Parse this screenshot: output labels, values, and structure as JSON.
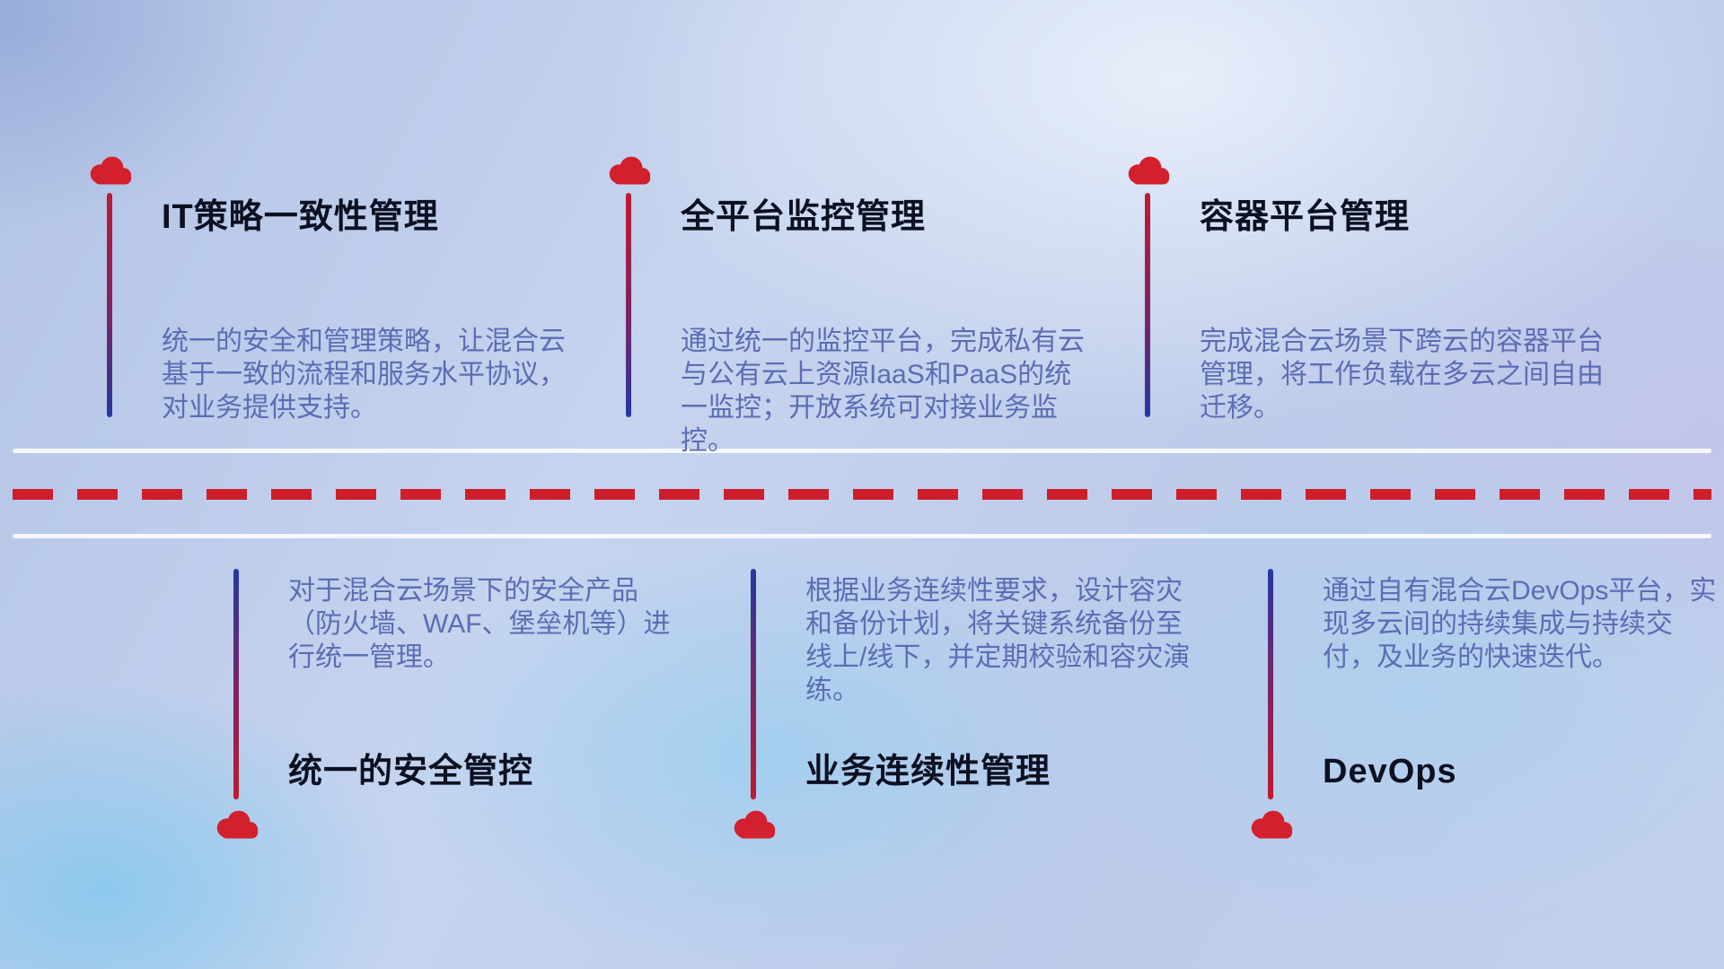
{
  "features_top": [
    {
      "title": "IT策略一致性管理",
      "desc": "统一的安全和管理策略，让混合云基于一致的流程和服务水平协议，对业务提供支持。"
    },
    {
      "title": "全平台监控管理",
      "desc": "通过统一的监控平台，完成私有云与公有云上资源IaaS和PaaS的统一监控；开放系统可对接业务监控。"
    },
    {
      "title": "容器平台管理",
      "desc": "完成混合云场景下跨云的容器平台管理，将工作负载在多云之间自由迁移。"
    }
  ],
  "features_bottom": [
    {
      "title": "统一的安全管控",
      "desc": "对于混合云场景下的安全产品（防火墙、WAF、堡垒机等）进行统一管理。"
    },
    {
      "title": "业务连续性管理",
      "desc": "根据业务连续性要求，设计容灾和备份计划，将关键系统备份至线上/线下，并定期校验和容灾演练。"
    },
    {
      "title": "DevOps",
      "desc": "通过自有混合云DevOps平台，实现多云间的持续集成与持续交付，及业务的快速迭代。"
    }
  ],
  "colors": {
    "cloud_red": "#d2202e",
    "dash_red": "#ce1e2c",
    "stem_blue": "#2438a0",
    "title_text": "#0c1021",
    "description_text": "#5c6db4",
    "divider_white": "#f9fbff"
  },
  "icons": {
    "cloud": "cloud-icon"
  }
}
